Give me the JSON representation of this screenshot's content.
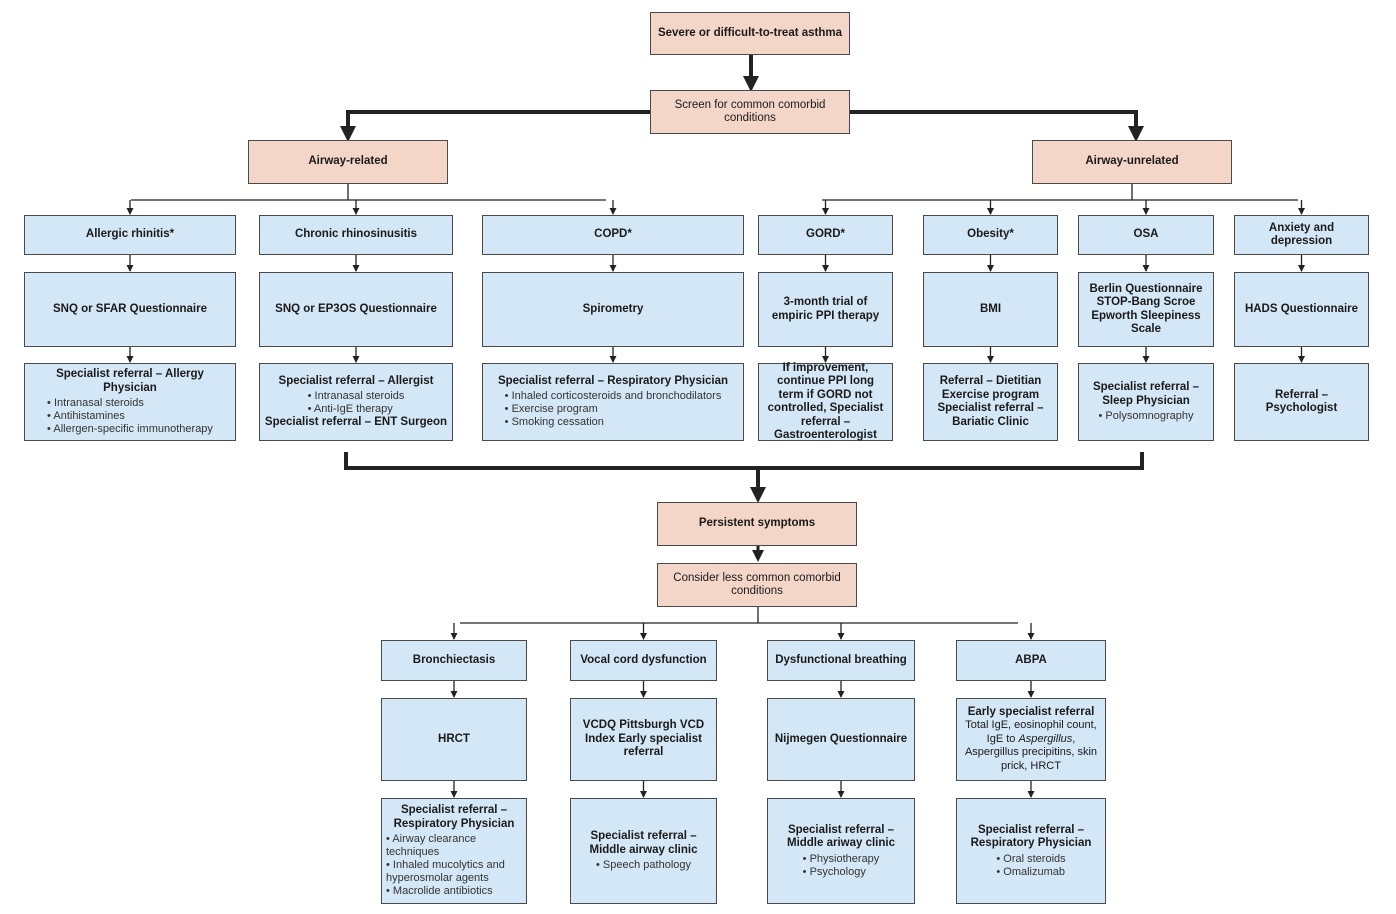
{
  "top": "Severe or difficult-to-treat asthma",
  "screen": "Screen for common comorbid conditions",
  "airway_related": "Airway-related",
  "airway_unrelated": "Airway-unrelated",
  "persistent": "Persistent symptoms",
  "consider": "Consider less common comorbid conditions",
  "columns": [
    {
      "condition": "Allergic rhinitis*",
      "test": "SNQ or SFAR Questionnaire",
      "action": "Specialist referral – Allergy Physician",
      "bullets": [
        "Intranasal steroids",
        "Antihistamines",
        "Allergen-specific immunotherapy"
      ]
    },
    {
      "condition": "Chronic rhinosinusitis",
      "test": "SNQ or EP3OS Questionnaire",
      "action": "Specialist referral – Allergist",
      "bullets": [
        "Intranasal steroids",
        "Anti-IgE therapy"
      ],
      "action2": "Specialist referral – ENT Surgeon"
    },
    {
      "condition": "COPD*",
      "test": "Spirometry",
      "action": "Specialist referral – Respiratory Physician",
      "bullets": [
        "Inhaled corticosteroids and bronchodilators",
        "Exercise program",
        "Smoking cessation"
      ]
    },
    {
      "condition": "GORD*",
      "test": "3-month trial of empiric PPI therapy",
      "action": "If improvement, continue PPI long term if GORD not controlled, Specialist referral – Gastroenterologist"
    },
    {
      "condition": "Obesity*",
      "test": "BMI",
      "action": "Referral – Dietitian Exercise program Specialist referral – Bariatic Clinic"
    },
    {
      "condition": "OSA",
      "test": "Berlin Questionnaire STOP-Bang Scroe Epworth Sleepiness Scale",
      "action": "Specialist referral – Sleep Physician",
      "bullets": [
        "Polysomnography"
      ]
    },
    {
      "condition": "Anxiety and depression",
      "test": "HADS Questionnaire",
      "action": "Referral – Psychologist"
    }
  ],
  "lower": [
    {
      "condition": "Bronchiectasis",
      "test": "HRCT",
      "action": "Specialist referral – Respiratory Physician",
      "bullets": [
        "Airway clearance techniques",
        "Inhaled mucolytics and hyperosmolar agents",
        "Macrolide antibiotics"
      ]
    },
    {
      "condition": "Vocal cord dysfunction",
      "test": "VCDQ Pittsburgh VCD Index Early specialist referral",
      "action": "Specialist referral – Middle airway clinic",
      "bullets": [
        "Speech pathology"
      ]
    },
    {
      "condition": "Dysfunctional breathing",
      "test": "Nijmegen Questionnaire",
      "action": "Specialist referral – Middle ariway clinic",
      "bullets": [
        "Physiotherapy",
        "Psychology"
      ]
    },
    {
      "condition": "ABPA",
      "test_title": "Early specialist referral",
      "test_a": "Total IgE, eosinophil count, IgE to ",
      "test_italic": "Aspergillus",
      "test_b": ", Aspergillus precipitins, skin prick, HRCT",
      "action": "Specialist referral – Respiratory Physician",
      "bullets": [
        "Oral steroids",
        "Omalizumab"
      ]
    }
  ],
  "colors": {
    "pink": "#f4d6c9",
    "blue": "#d4e7f6",
    "line": "#222222"
  }
}
